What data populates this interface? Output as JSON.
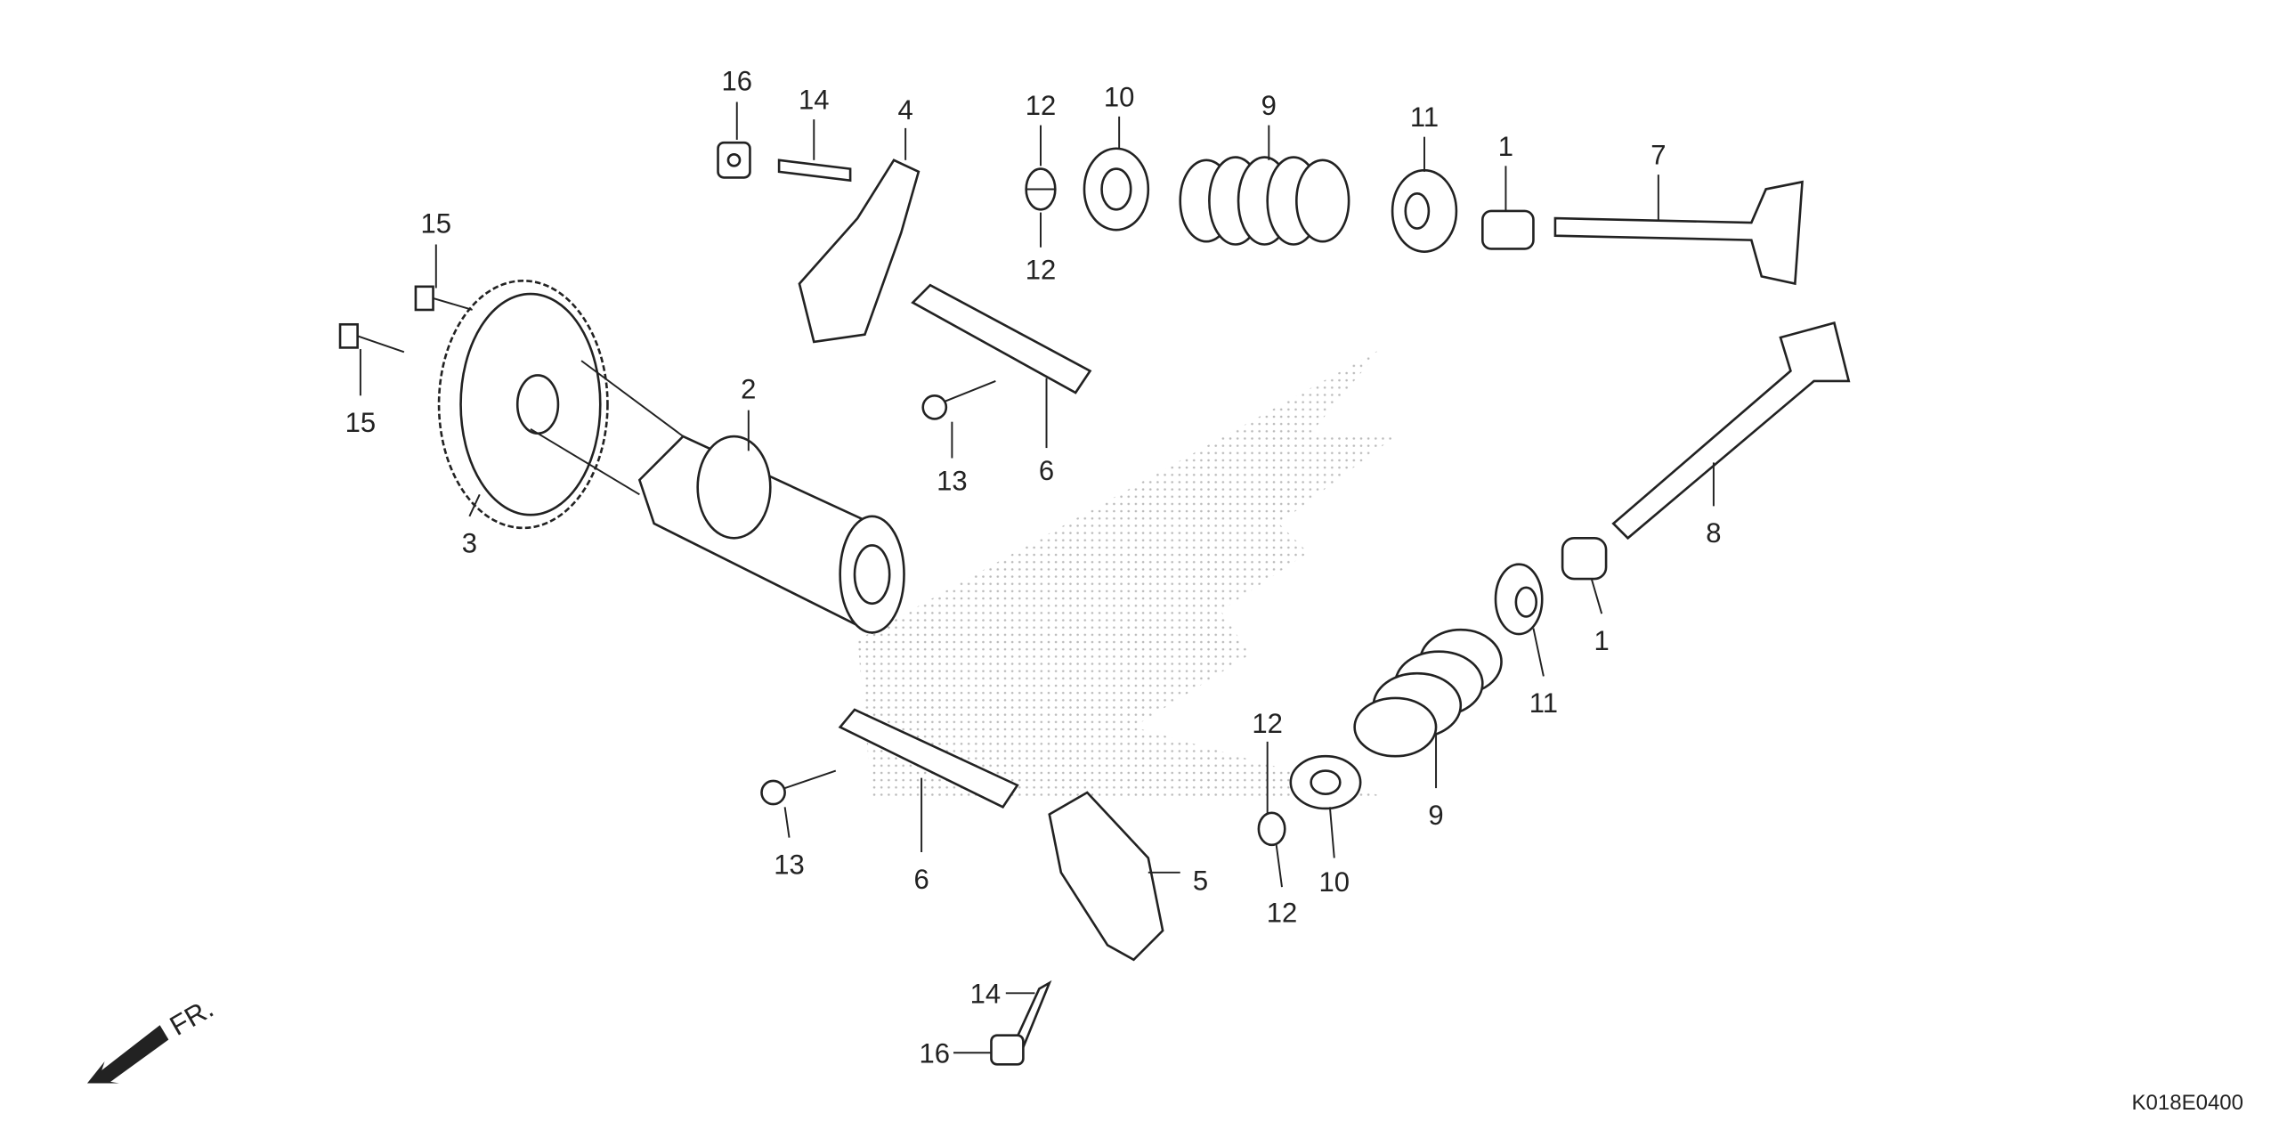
{
  "diagram_code": "K018E0400",
  "front_indicator": "FR.",
  "callouts": [
    "16",
    "14",
    "4",
    "12",
    "10",
    "9",
    "11",
    "1",
    "7",
    "15",
    "15",
    "2",
    "3",
    "13",
    "6",
    "12",
    "8",
    "1",
    "11",
    "9",
    "12",
    "12",
    "10",
    "5",
    "13",
    "6",
    "14",
    "16"
  ],
  "colors": {
    "line": "#222222",
    "background": "#ffffff",
    "watermark": "#bbbbbb"
  }
}
